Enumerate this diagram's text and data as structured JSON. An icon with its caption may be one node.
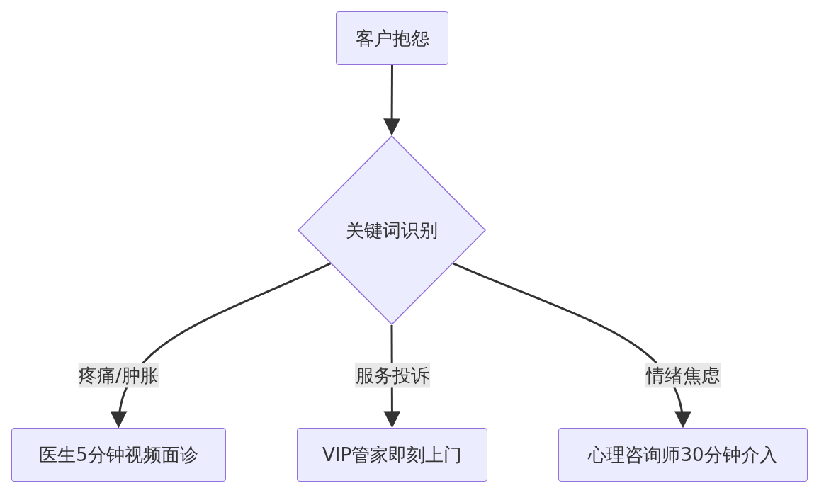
{
  "diagram": {
    "nodes": [
      {
        "text": [
          "客户抱怨"
        ]
      },
      {
        "text": [
          "关键词识别"
        ]
      },
      {
        "text": [
          "医生5分钟视频面诊"
        ]
      },
      {
        "text": [
          "VIP管家即刻上门"
        ]
      },
      {
        "text": [
          "心理咨询师30分钟介入"
        ]
      }
    ],
    "edges": [
      {
        "from": 0,
        "to": 1,
        "arrow": "to"
      },
      {
        "from": 1,
        "to": 2,
        "arrow": "to",
        "label": "疼痛/肿胀"
      },
      {
        "from": 1,
        "to": 3,
        "arrow": "to",
        "label": "服务投诉"
      },
      {
        "from": 1,
        "to": 4,
        "arrow": "to",
        "label": "情绪焦虑"
      }
    ]
  }
}
